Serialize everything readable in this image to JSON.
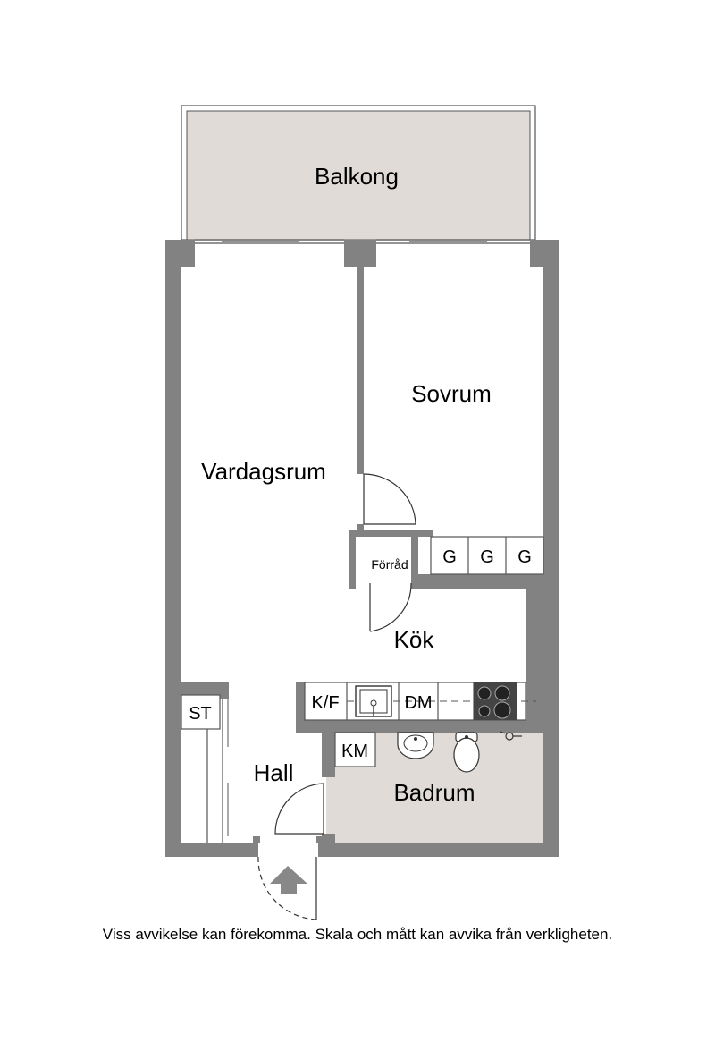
{
  "rooms": {
    "balkong": "Balkong",
    "sovrum": "Sovrum",
    "vardagsrum": "Vardagsrum",
    "forrad": "Förråd",
    "kok": "Kök",
    "hall": "Hall",
    "badrum": "Badrum"
  },
  "fixtures": {
    "wardrobe_1": "G",
    "wardrobe_2": "G",
    "wardrobe_3": "G",
    "storage": "ST",
    "fridge_freezer": "K/F",
    "dishwasher": "DM",
    "washing_machine": "KM"
  },
  "colors": {
    "wall": "#828282",
    "balcony_fill": "#e0dbd6",
    "bathroom_fill": "#e0dbd6"
  },
  "disclaimer": "Viss avvikelse kan förekomma. Skala och mått kan avvika från verkligheten."
}
